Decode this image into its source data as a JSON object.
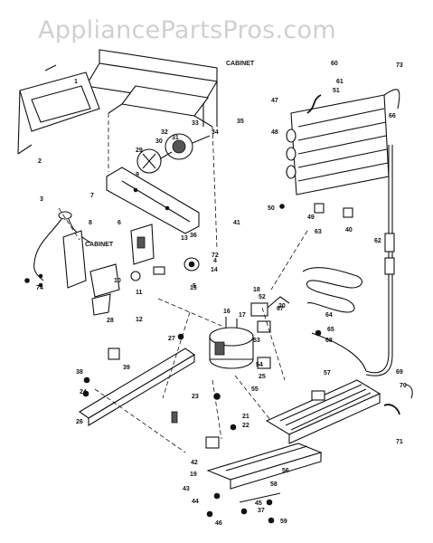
{
  "watermark": "AppliancePartsPros.com",
  "cabinet_labels": [
    "CABINET",
    "CABINET"
  ],
  "part_labels": [
    "1",
    "2",
    "3",
    "4",
    "5",
    "6",
    "7",
    "8",
    "9",
    "10",
    "11",
    "12",
    "13",
    "14",
    "15",
    "16",
    "17",
    "18",
    "19",
    "20",
    "21",
    "22",
    "23",
    "24",
    "25",
    "26",
    "27",
    "28",
    "29",
    "30",
    "31",
    "32",
    "33",
    "34",
    "35",
    "36",
    "37",
    "38",
    "39",
    "40",
    "41",
    "42",
    "43",
    "44",
    "45",
    "46",
    "47",
    "48",
    "49",
    "50",
    "51",
    "52",
    "53",
    "54",
    "55",
    "56",
    "57",
    "58",
    "59",
    "60",
    "61",
    "62",
    "63",
    "64",
    "65",
    "66",
    "67",
    "68",
    "69",
    "70",
    "71",
    "72",
    "73",
    "74"
  ]
}
